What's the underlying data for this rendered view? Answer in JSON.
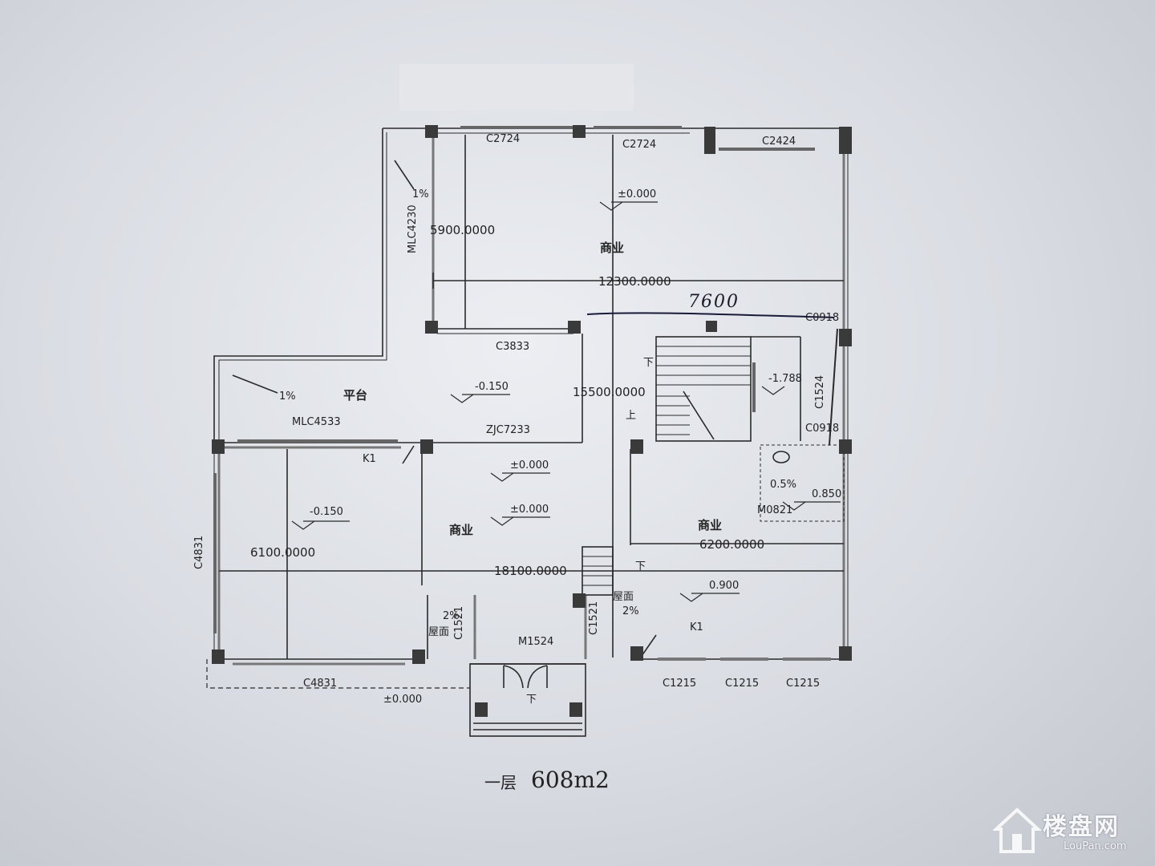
{
  "rooms": {
    "commercial_label": "商业",
    "platform_label": "平台",
    "roof_label": "屋面"
  },
  "windows": {
    "c2724": "C2724",
    "c2424": "C2424",
    "c3833": "C3833",
    "c0918": "C0918",
    "c1524": "C1524",
    "mlc4230": "MLC4230",
    "mlc4533": "MLC4533",
    "zjc7233": "ZJC7233",
    "c4831": "C4831",
    "c1521": "C1521",
    "m1524": "M1524",
    "m0821": "M0821",
    "c1215": "C1215",
    "k1": "K1"
  },
  "elevations": {
    "zero": "±0.000",
    "neg150": "-0.150",
    "neg1788": "-1.788",
    "e850": "0.850",
    "e900": "0.900"
  },
  "slopes": {
    "one_pct": "1%",
    "two_pct": "2%",
    "half_pct": "0.5%"
  },
  "dimensions": {
    "d5900": "5900.0000",
    "d12300": "12300.0000",
    "d15500": "15500.0000",
    "d6100": "6100.0000",
    "d18100": "18100.0000",
    "d6200": "6200.0000",
    "handwritten_7600": "7600"
  },
  "stairs": {
    "down": "下",
    "up": "上"
  },
  "caption": {
    "floor": "一层",
    "area": "608m2"
  },
  "watermark": {
    "cn": "楼盘网",
    "en": "LouPan.com"
  }
}
